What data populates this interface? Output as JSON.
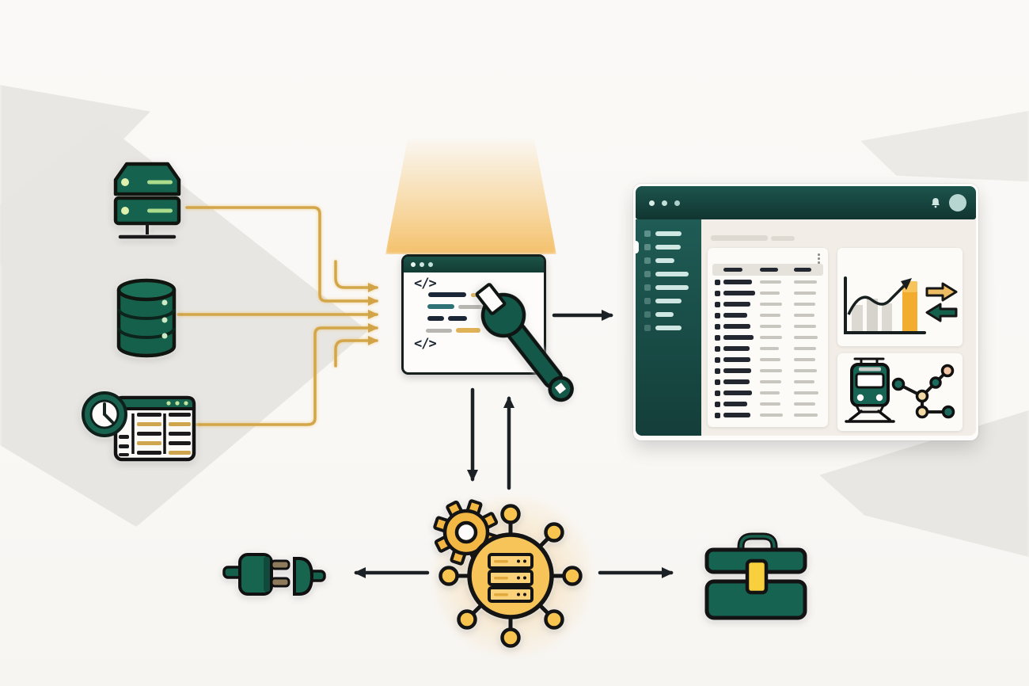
{
  "scene": {
    "description": "data-to-dashboard pipeline illustration",
    "background_color": "#faf8f5",
    "shape_color": "#e9e7e3"
  },
  "palette": {
    "green": "#15604c",
    "teal_titlebar": "#17433e",
    "gold_line": "#d4a74e",
    "amber": "#f2b843",
    "amber_light": "#f6c459",
    "ink": "#1c2126",
    "cream_panel": "#f2eee7",
    "light_green_accent": "#b9e08c"
  },
  "nodes": [
    {
      "id": "server",
      "icon": "server-rack-icon"
    },
    {
      "id": "database",
      "icon": "database-cylinder-icon"
    },
    {
      "id": "schedule",
      "icon": "clock-timetable-icon"
    },
    {
      "id": "editor",
      "icon": "code-editor-window-icon"
    },
    {
      "id": "wrench",
      "icon": "wrench-icon"
    },
    {
      "id": "dashboard",
      "icon": "analytics-app-window-icon"
    },
    {
      "id": "hub",
      "icon": "gear-server-hub-icon"
    },
    {
      "id": "plug",
      "icon": "plug-connector-icon"
    },
    {
      "id": "toolbox",
      "icon": "briefcase-toolbox-icon"
    }
  ],
  "edges": [
    {
      "from": "server",
      "to": "editor",
      "style": "gold"
    },
    {
      "from": "database",
      "to": "editor",
      "style": "gold"
    },
    {
      "from": "schedule",
      "to": "editor",
      "style": "gold"
    },
    {
      "from": "editor",
      "to": "dashboard",
      "style": "black"
    },
    {
      "from": "editor",
      "to": "hub",
      "style": "black"
    },
    {
      "from": "hub",
      "to": "editor",
      "style": "black"
    },
    {
      "from": "hub",
      "to": "plug",
      "style": "black"
    },
    {
      "from": "hub",
      "to": "toolbox",
      "style": "black"
    }
  ],
  "gold_arrow_count": 5,
  "editor": {
    "symbol_top": "</>",
    "symbol_bottom": "</>",
    "titlebar_dots": 3
  },
  "dashboard": {
    "titlebar_dots": 3,
    "sidebar": {
      "bar_widths": [
        33,
        32,
        24,
        42,
        42,
        33,
        23,
        33
      ],
      "active_index": 1
    },
    "header_bar_widths": [
      72,
      30
    ],
    "table": {
      "row_count": 13,
      "header_bar_widths": [
        24,
        23,
        22
      ],
      "col1_widths": [
        36,
        40,
        34,
        30,
        34,
        38,
        33,
        34,
        35,
        33,
        36,
        30,
        34
      ],
      "col2_widths": [
        27,
        25,
        28,
        26,
        27,
        28,
        24,
        26,
        28,
        27,
        25,
        26,
        29
      ],
      "col3_widths": [
        29,
        28,
        27,
        26,
        28,
        30,
        28,
        27,
        29,
        26,
        31,
        27,
        30
      ]
    },
    "chart_card": {
      "gray_bars": 3,
      "amber_bars": 1,
      "arrow_right_color": "#eebc63",
      "arrow_left_color": "#15604c"
    },
    "transit_card": {
      "node_colors": [
        "#1b6a5e",
        "#f3d9a6",
        "#1b6a5e",
        "#f2c5a5",
        "#f3d9a6",
        "#1b6a5e"
      ]
    }
  },
  "hub": {
    "spokes": 7,
    "server_units": 3
  }
}
